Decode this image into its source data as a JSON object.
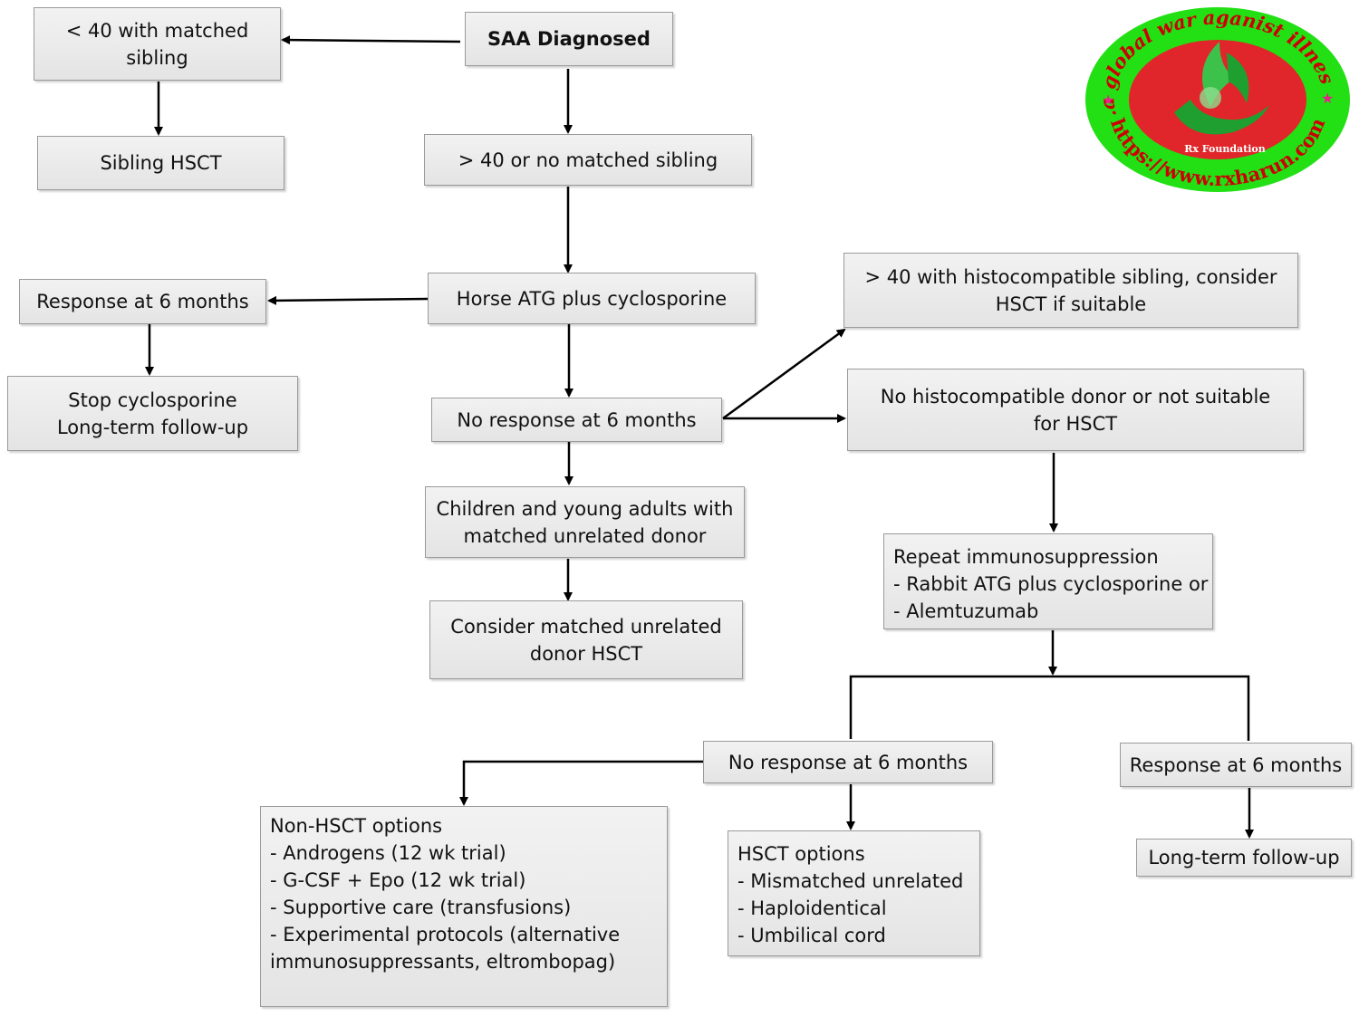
{
  "nodes": {
    "saa": {
      "lines": [
        "SAA Diagnosed"
      ]
    },
    "lt40": {
      "lines": [
        "< 40 with matched",
        "sibling"
      ]
    },
    "sibling_hsct": {
      "lines": [
        "Sibling HSCT"
      ]
    },
    "gt40": {
      "lines": [
        "> 40 or no matched sibling"
      ]
    },
    "horse_atg": {
      "lines": [
        "Horse ATG plus cyclosporine"
      ]
    },
    "response6_left": {
      "lines": [
        "Response at 6 months"
      ]
    },
    "stop_cyclo": {
      "lines": [
        "Stop cyclosporine",
        "Long-term follow-up"
      ]
    },
    "no_response_center": {
      "lines": [
        "No response at 6 months"
      ]
    },
    "gt40_histo": {
      "lines": [
        "> 40 with histocompatible sibling, consider",
        "HSCT if suitable"
      ]
    },
    "no_histo": {
      "lines": [
        "No histocompatible donor or not suitable",
        "for HSCT"
      ]
    },
    "children": {
      "lines": [
        "Children and young adults with",
        "matched unrelated donor"
      ]
    },
    "consider_mud": {
      "lines": [
        "Consider matched unrelated",
        "donor HSCT"
      ]
    },
    "repeat_is": {
      "lines": [
        "Repeat immunosuppression",
        "- Rabbit ATG plus cyclosporine or",
        "- Alemtuzumab"
      ]
    },
    "no_response_lower": {
      "lines": [
        "No response at 6 months"
      ]
    },
    "response6_right": {
      "lines": [
        "Response at 6 months"
      ]
    },
    "non_hsct": {
      "lines": [
        "Non-HSCT options",
        "- Androgens (12 wk trial)",
        "- G-CSF + Epo (12 wk trial)",
        "- Supportive care (transfusions)",
        "- Experimental protocols (alternative",
        "immunosuppressants, eltrombopag)"
      ]
    },
    "hsct_options": {
      "lines": [
        "HSCT options",
        "- Mismatched unrelated",
        "- Haploidentical",
        "- Umbilical cord"
      ]
    },
    "longterm_right": {
      "lines": [
        "Long-term follow-up"
      ]
    }
  },
  "logo": {
    "ring_text": "....a global war aganist illness!",
    "url_text": "https://www.rxharun.com",
    "foundation": "Rx Foundation",
    "colors": {
      "outer": "#22e014",
      "inner": "#e0262a",
      "ring_text": "#cc0000",
      "star": "#e8208a"
    }
  }
}
